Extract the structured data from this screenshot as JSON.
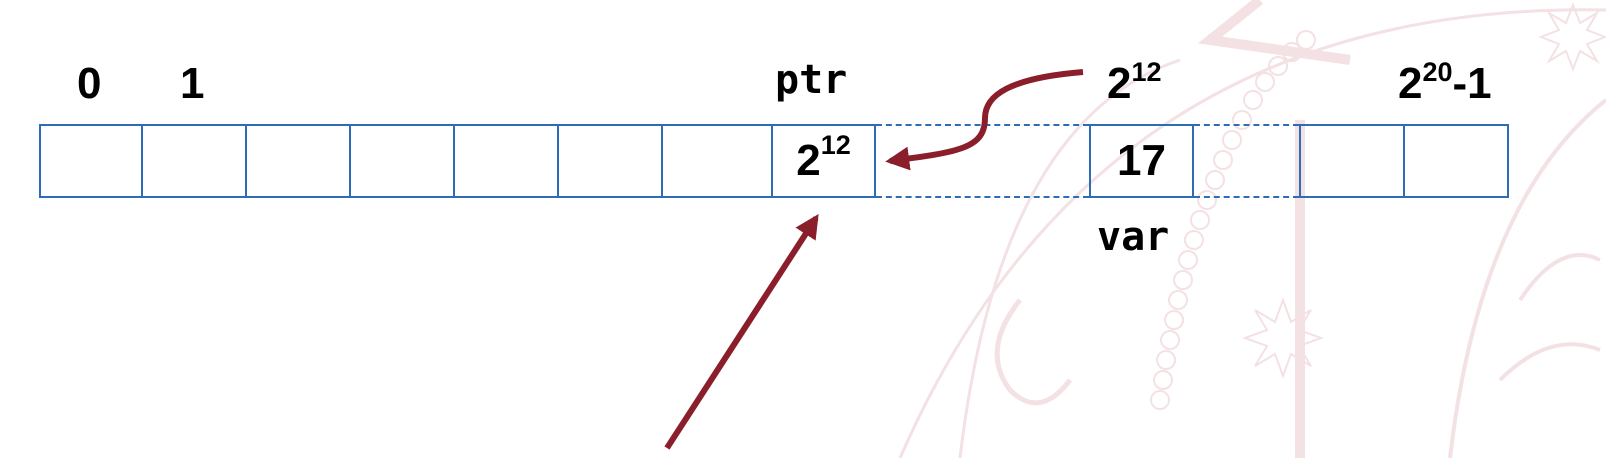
{
  "colors": {
    "cell_border": "#2e6db5",
    "arrow": "#8b1e2b",
    "text": "#000000",
    "watermark": "#f3e1e3"
  },
  "labels": {
    "addr_0": "0",
    "addr_1": "1",
    "ptr": "ptr",
    "addr_var_base": "2",
    "addr_var_exp": "12",
    "addr_last_base": "2",
    "addr_last_exp": "20",
    "addr_last_suffix": "-1",
    "var": "var"
  },
  "cells": {
    "ptr_value_base": "2",
    "ptr_value_exp": "12",
    "var_value": "17"
  },
  "watermark": {
    "type": "university-seal"
  }
}
